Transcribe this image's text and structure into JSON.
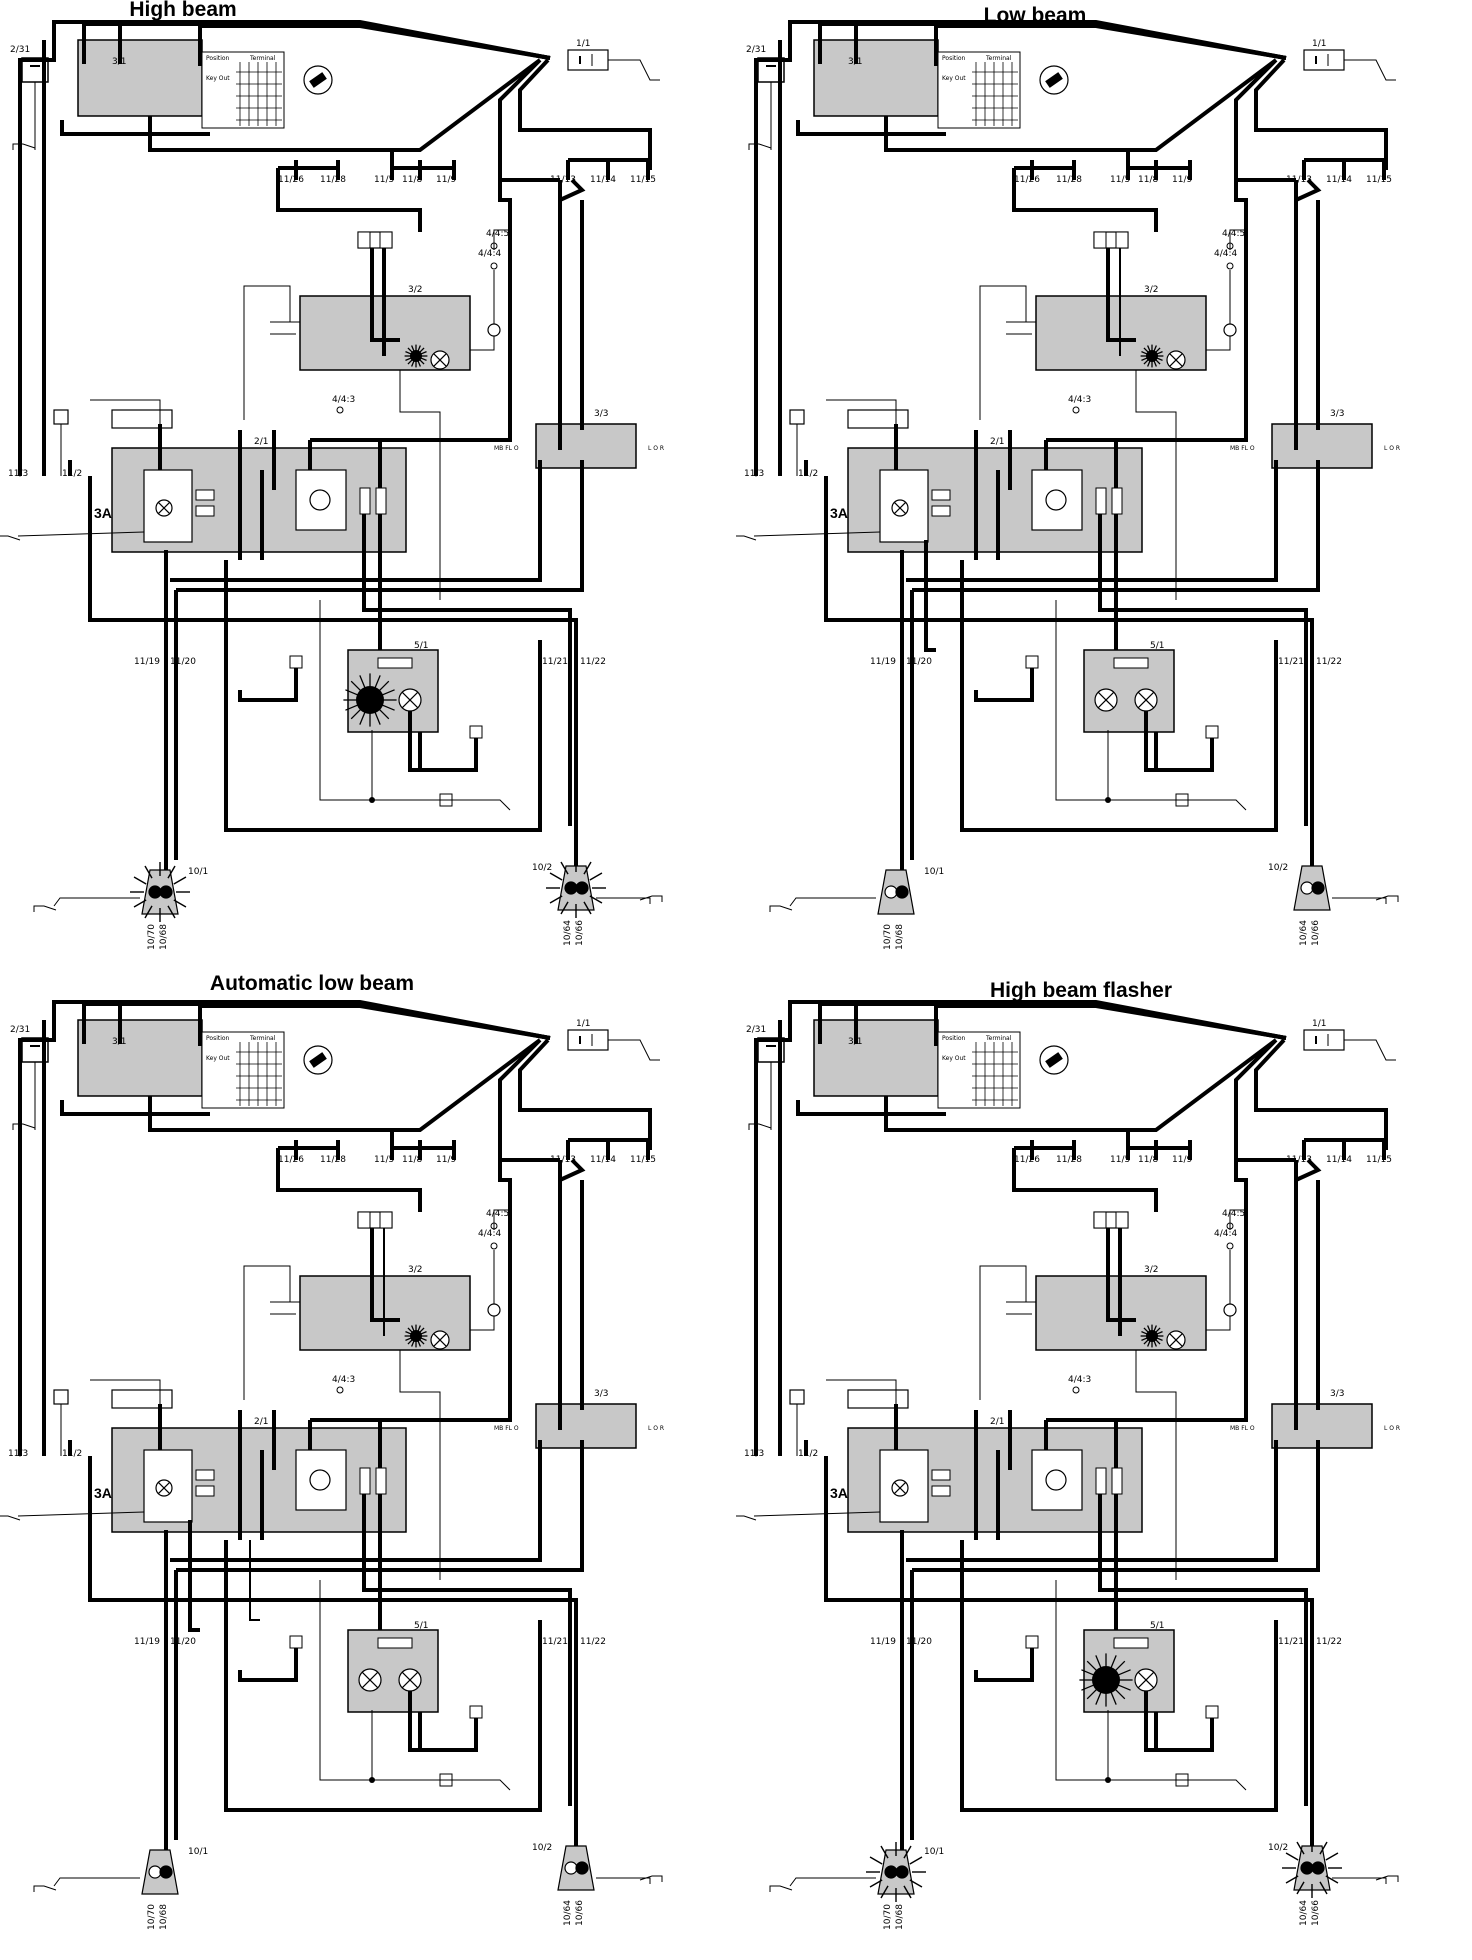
{
  "panels": [
    {
      "title": "High beam",
      "active": "high",
      "flash": false
    },
    {
      "title": "Low beam",
      "active": "low",
      "flash": false
    },
    {
      "title": "Automatic low beam",
      "active": "auto",
      "flash": false
    },
    {
      "title": "High beam flasher",
      "active": "high",
      "flash": true
    }
  ],
  "labels": {
    "battery": "1/1",
    "switch_a": "2/31",
    "ignition": "3/1",
    "relay_box": "3/2",
    "light_switch": "3/3",
    "control_unit": "2/1",
    "indicator": "5/1",
    "headlamp_left": "10/1",
    "headlamp_right": "10/2",
    "fuse_3a": "3A",
    "g_4_4_5": "4/4:5",
    "g_4_4_4": "4/4:4",
    "g_4_4_3": "4/4:3",
    "top_connectors": [
      "11/26",
      "11/28",
      "11/5",
      "11/8",
      "11/9",
      "11/13",
      "11/14",
      "11/15"
    ],
    "side_connectors": [
      "11/3",
      "11/2"
    ],
    "mid_connectors": [
      "11/19",
      "11/20",
      "11/21",
      "11/22"
    ],
    "bulb_codes_left": [
      "10/70",
      "10/68"
    ],
    "bulb_codes_right": [
      "10/64",
      "10/66"
    ],
    "ign_position": "Position",
    "ign_terminal": "Terminal",
    "ign_key_out": "Key Out",
    "switch_pins_left": "MB FL O",
    "switch_pins_right": "L O R"
  },
  "colors": {
    "ink": "#000000",
    "shade": "#c8c8c8"
  }
}
